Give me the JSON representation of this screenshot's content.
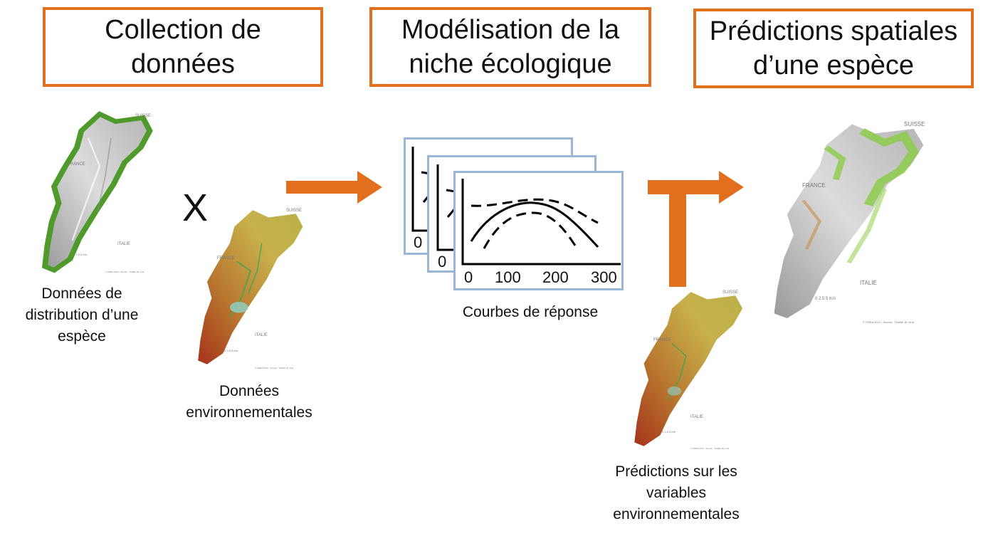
{
  "stages": [
    {
      "line1": "Collection de",
      "line2": "données"
    },
    {
      "line1": "Modélisation de la",
      "line2": "niche écologique"
    },
    {
      "line1": "Prédictions spatiales",
      "line2": "d’une espèce"
    }
  ],
  "captions": {
    "distribution": [
      "Données de",
      "distribution d’une",
      "espèce"
    ],
    "environment": [
      "Données",
      "environnementales"
    ],
    "response": "Courbes de réponse",
    "predictions_env": [
      "Prédictions sur les",
      "variables",
      "environnementales"
    ]
  },
  "operator": "X",
  "response_axis": {
    "ticks": [
      "0",
      "100",
      "200",
      "300"
    ],
    "back_tick": "0"
  },
  "map_labels": {
    "suisse": "SUISSE",
    "france": "FRANCE",
    "italie": "ITALIE",
    "scale": "0    2.5    5 Km",
    "credit": "© CREA 2013 - Source : Thuiller W. et al."
  },
  "colors": {
    "accent": "#e26f1d",
    "panel_border": "#9ab7d9"
  }
}
